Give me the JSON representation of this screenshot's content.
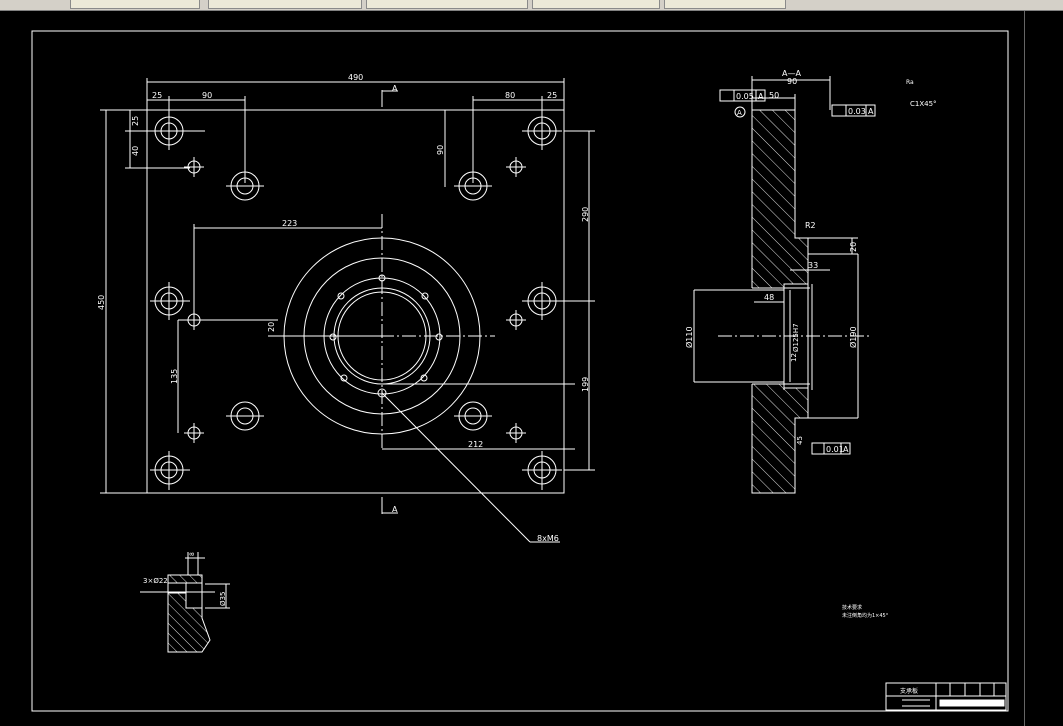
{
  "window": {
    "title": ""
  },
  "tabs": [
    {
      "label": ""
    },
    {
      "label": ""
    },
    {
      "label": ""
    },
    {
      "label": ""
    },
    {
      "label": ""
    }
  ],
  "colors": {
    "background": "#000000",
    "lines": "#ffffff",
    "hatch": "#dddddd",
    "ui": "#d4d0c8"
  },
  "dims": {
    "top_overall": "490",
    "top_left_25": "25",
    "top_left_90": "90",
    "top_right_80": "80",
    "top_right_25": "25",
    "left_25": "25",
    "left_40": "40",
    "section_mark_a": "A",
    "right_90": "90",
    "right_290": "290",
    "height_450": "450",
    "dim_223": "223",
    "dim_20": "20",
    "dim_135": "135",
    "dim_199": "199",
    "dim_212": "212",
    "leader_label": "8xM6"
  },
  "section": {
    "title": "A—A",
    "dim_90": "90",
    "dim_50": "50",
    "tol_top_left": "0.05",
    "tol_top_right": "0.03",
    "datum_a": "A",
    "r2": "R2",
    "dim_20": "20",
    "dim_33": "33",
    "dim_48": "48",
    "bore_h7": "Ø125H7",
    "dim_d110": "Ø110",
    "dim_d90": "Ø190",
    "dim_12": "12",
    "tol_bottom": "0.01",
    "dim_45": "45"
  },
  "detail": {
    "thread": "3×Ø22",
    "dim_8": "8",
    "dia_35": "Ø35"
  },
  "notes": {
    "roughness": "Ra",
    "chamfer": "C1X45°",
    "tech_title": "技术要求",
    "tech_text": "未注倒角均为1×45°"
  },
  "title_block": {
    "label": "支承板"
  }
}
